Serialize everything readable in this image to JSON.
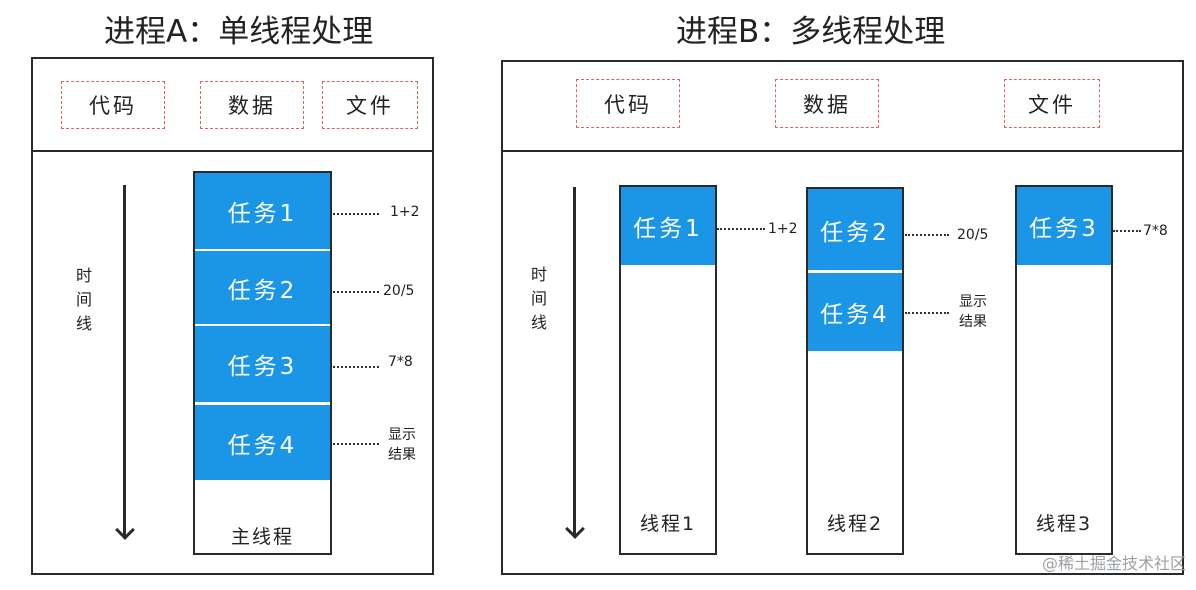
{
  "process_a": {
    "title": "进程A：单线程处理",
    "tags": {
      "code": "代码",
      "data": "数据",
      "file": "文件"
    },
    "timeline_label": [
      "时",
      "间",
      "线"
    ],
    "tasks": [
      "任务1",
      "任务2",
      "任务3",
      "任务4"
    ],
    "notes": [
      "1+2",
      "20/5",
      "7*8",
      [
        "显示",
        "结果"
      ]
    ],
    "thread_label": "主线程"
  },
  "process_b": {
    "title": "进程B：多线程处理",
    "tags": {
      "code": "代码",
      "data": "数据",
      "file": "文件"
    },
    "timeline_label": [
      "时",
      "间",
      "线"
    ],
    "threads": [
      {
        "label": "线程1",
        "tasks": [
          "任务1"
        ],
        "notes": [
          "1+2"
        ]
      },
      {
        "label": "线程2",
        "tasks": [
          "任务2",
          "任务4"
        ],
        "notes": [
          "20/5",
          [
            "显示",
            "结果"
          ]
        ]
      },
      {
        "label": "线程3",
        "tasks": [
          "任务3"
        ],
        "notes": [
          "7*8"
        ]
      }
    ]
  },
  "watermark": "@稀土掘金技术社区",
  "colors": {
    "task_fill": "#1b96e6",
    "tag_border": "#e16060",
    "line": "#2a2a2a"
  }
}
